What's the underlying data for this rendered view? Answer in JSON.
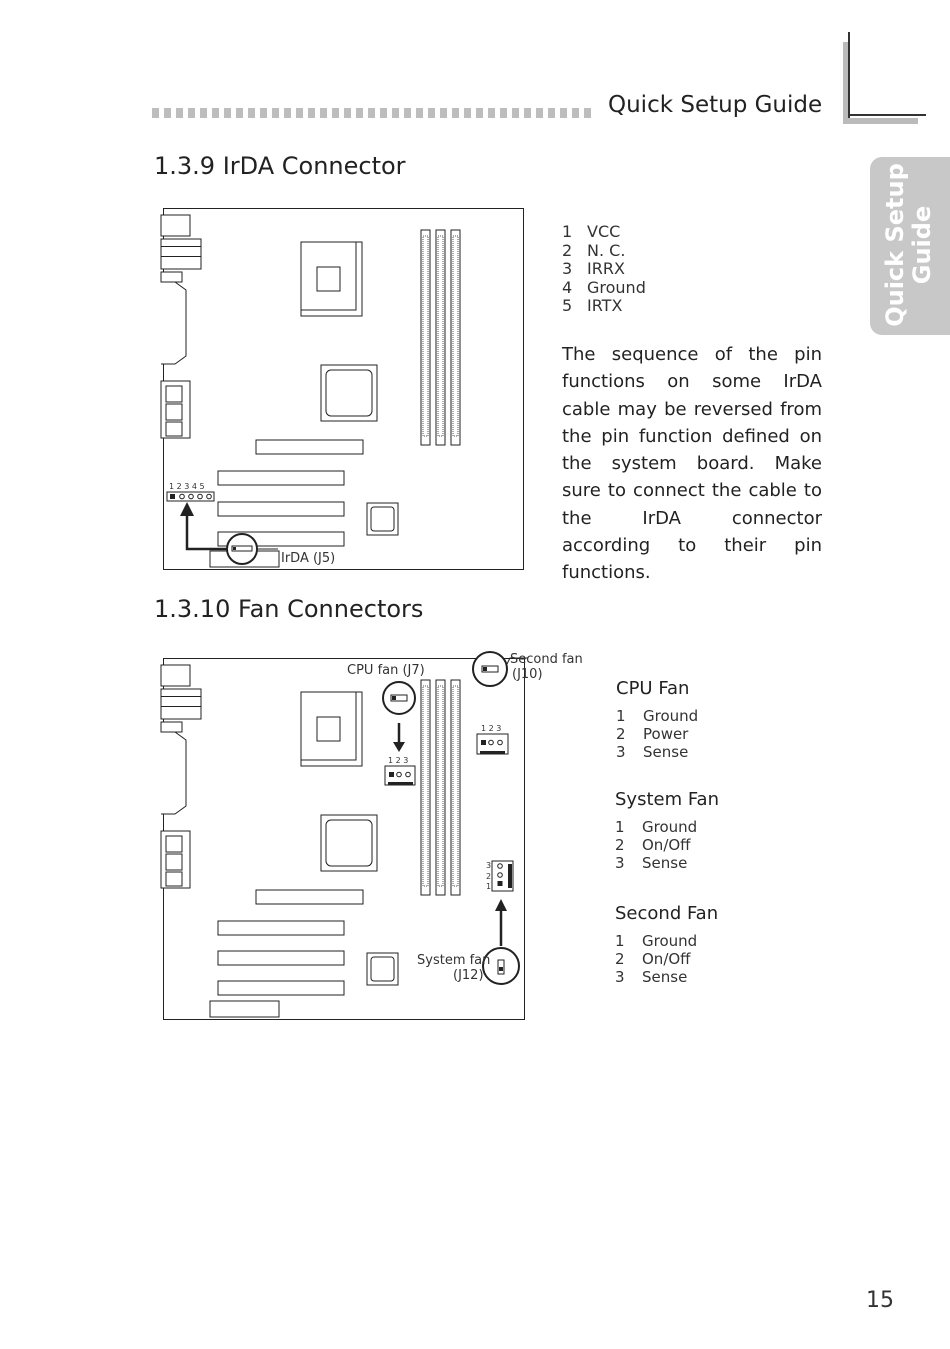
{
  "header": {
    "title": "Quick Setup Guide"
  },
  "side_tab": {
    "line1": "Quick Setup",
    "line2": "Guide"
  },
  "irda": {
    "title": "1.3.9  IrDA Connector",
    "pins": [
      {
        "num": "1",
        "label": "VCC"
      },
      {
        "num": "2",
        "label": "N. C."
      },
      {
        "num": "3",
        "label": "IRRX"
      },
      {
        "num": "4",
        "label": "Ground"
      },
      {
        "num": "5",
        "label": "IRTX"
      }
    ],
    "paragraph": "The sequence of the pin functions on some IrDA cable may be reversed from the pin function defined on the system board. Make sure to connect the cable to the IrDA connector according to their pin functions.",
    "diagram": {
      "header_pins": "1 2 3 4 5",
      "callout": "IrDA (J5)"
    }
  },
  "fans": {
    "title": "1.3.10  Fan Connectors",
    "diagram": {
      "cpu_fan": "CPU fan (J7)",
      "second_fan_line1": "Second fan",
      "second_fan_line2": "(J10)",
      "system_fan_line1": "System fan",
      "system_fan_line2": "(J12)",
      "pins_h": "1 2 3",
      "pin3": "3",
      "pin2": "2",
      "pin1": "1"
    },
    "groups": [
      {
        "title": "CPU Fan",
        "pins": [
          {
            "num": "1",
            "label": "Ground"
          },
          {
            "num": "2",
            "label": "Power"
          },
          {
            "num": "3",
            "label": "Sense"
          }
        ]
      },
      {
        "title": "System Fan",
        "pins": [
          {
            "num": "1",
            "label": "Ground"
          },
          {
            "num": "2",
            "label": "On/Off"
          },
          {
            "num": "3",
            "label": "Sense"
          }
        ]
      },
      {
        "title": "Second Fan",
        "pins": [
          {
            "num": "1",
            "label": "Ground"
          },
          {
            "num": "2",
            "label": "On/Off"
          },
          {
            "num": "3",
            "label": "Sense"
          }
        ]
      }
    ]
  },
  "page_number": "15"
}
